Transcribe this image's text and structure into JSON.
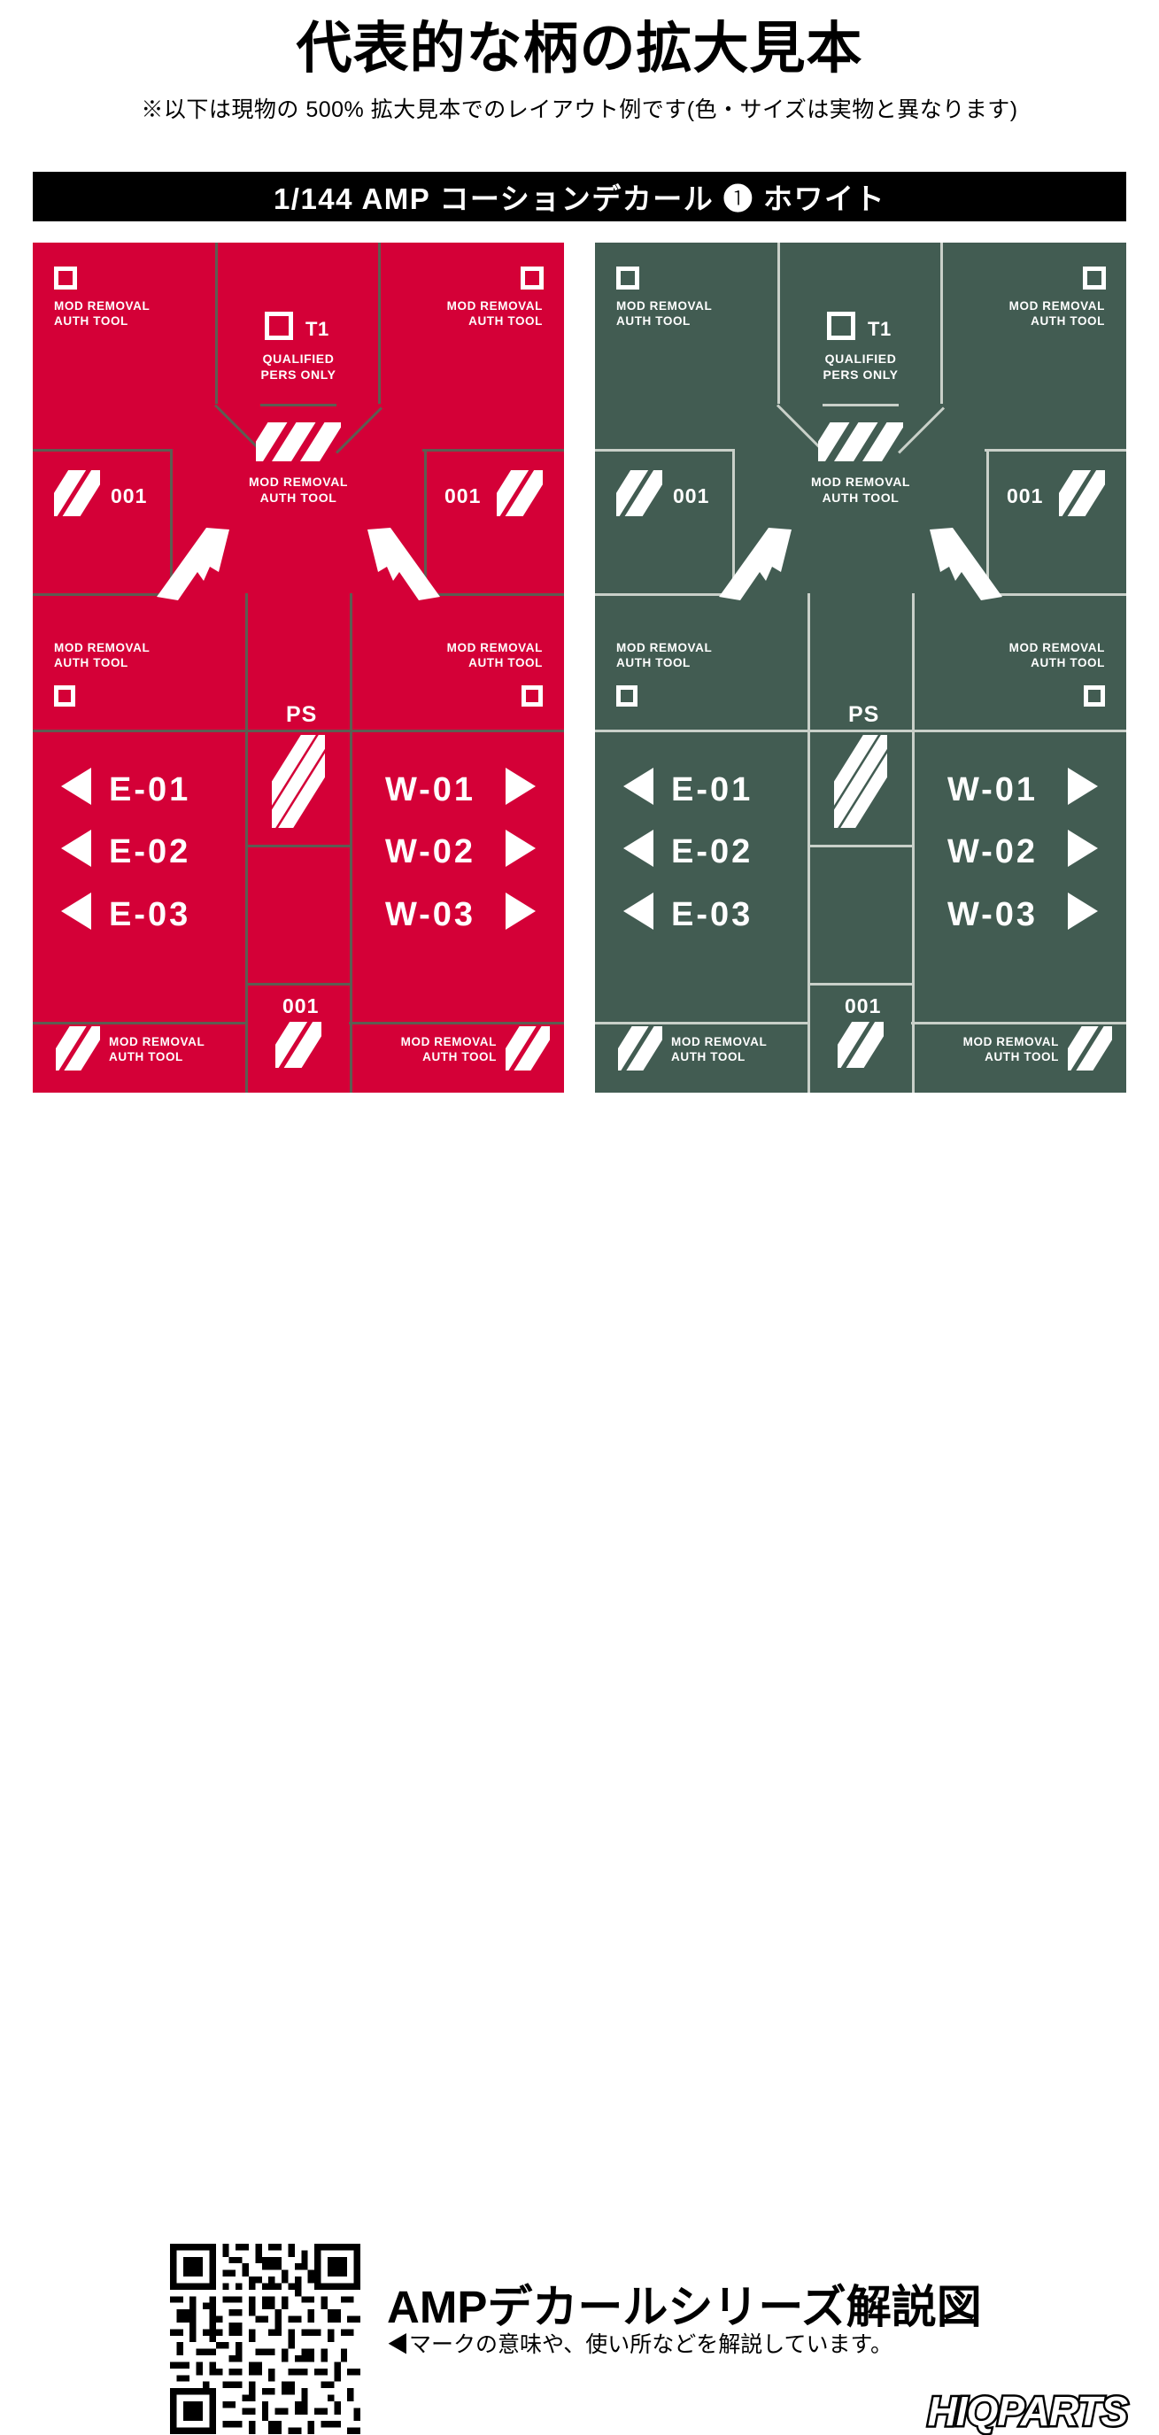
{
  "header": {
    "title": "代表的な柄の拡大見本",
    "subtitle": "※以下は現物の 500% 拡大見本でのレイアウト例です(色・サイズは実物と異なります)"
  },
  "banner": {
    "text": "1/144 AMP コーションデカール ❶ ホワイト"
  },
  "colors": {
    "red_sheet": "#D40037",
    "green_sheet": "#425C52",
    "banner_bg": "#000000",
    "decal_ink": "#FFFFFF",
    "cut_line_red": "#5D5D52",
    "cut_line_green": "#C9D0C9"
  },
  "sheet_labels": {
    "mod_removal_line1": "MOD REMOVAL",
    "mod_removal_line2": "AUTH TOOL",
    "qualified_line1": "QUALIFIED",
    "qualified_line2": "PERS ONLY",
    "t1": "T1",
    "ps": "PS",
    "num_001": "001",
    "east": [
      "E-01",
      "E-02",
      "E-03"
    ],
    "west": [
      "W-01",
      "W-02",
      "W-03"
    ]
  },
  "sheets": [
    {
      "name": "red-decal-sheet",
      "background": "#D40037"
    },
    {
      "name": "green-decal-sheet",
      "background": "#425C52"
    }
  ],
  "footer": {
    "title": "AMPデカールシリーズ解説図",
    "subtitle": "◀マークの意味や、使い所などを解説しています。",
    "brand": "HIQPARTS",
    "qr_alt": "qr-code"
  }
}
